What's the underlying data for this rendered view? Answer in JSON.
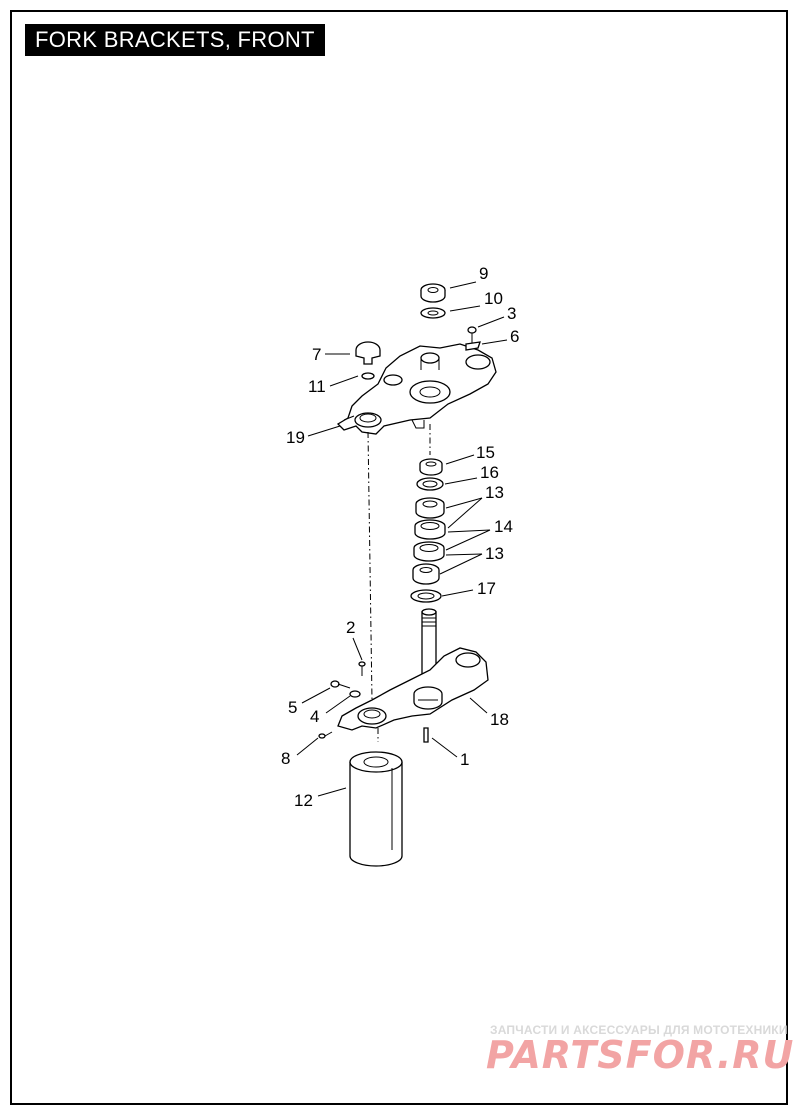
{
  "header": {
    "title": "FORK BRACKETS, FRONT"
  },
  "callouts": [
    {
      "number": "9"
    },
    {
      "number": "10"
    },
    {
      "number": "3"
    },
    {
      "number": "6"
    },
    {
      "number": "7"
    },
    {
      "number": "11"
    },
    {
      "number": "19"
    },
    {
      "number": "15"
    },
    {
      "number": "16"
    },
    {
      "number": "13"
    },
    {
      "number": "14"
    },
    {
      "number": "13"
    },
    {
      "number": "17"
    },
    {
      "number": "2"
    },
    {
      "number": "5"
    },
    {
      "number": "4"
    },
    {
      "number": "18"
    },
    {
      "number": "8"
    },
    {
      "number": "1"
    },
    {
      "number": "12"
    }
  ],
  "watermark": {
    "tagline": "ЗАПЧАСТИ И АКСЕССУАРЫ ДЛЯ МОТОТЕХНИКИ",
    "logo": "PARTSFOR.RU"
  },
  "colors": {
    "ink": "#000000",
    "watermark_logo": "#f2a4a4",
    "watermark_text": "#d9d9d9"
  }
}
